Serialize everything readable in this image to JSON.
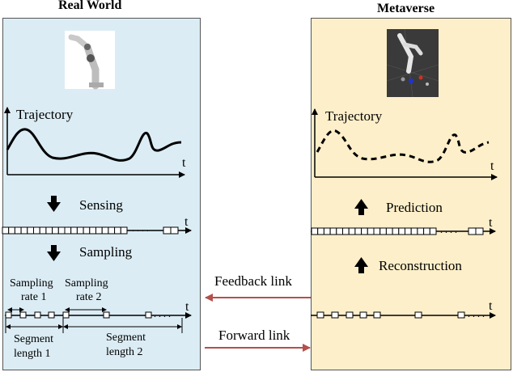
{
  "real_world": {
    "title": "Real World",
    "trajectory_label": "Trajectory",
    "t_label": "t",
    "sensing_label": "Sensing",
    "sampling_label": "Sampling",
    "dots": ". . . .",
    "sampling_rate_1": [
      "Sampling",
      "rate 1"
    ],
    "sampling_rate_2": [
      "Sampling",
      "rate 2"
    ],
    "segment_length_1": [
      "Segment",
      "length 1"
    ],
    "segment_length_2": [
      "Segment",
      "length 2"
    ]
  },
  "metaverse": {
    "title": "Metaverse",
    "trajectory_label": "Trajectory",
    "t_label": "t",
    "prediction_label": "Prediction",
    "reconstruction_label": "Reconstruction",
    "dots": ". . . ."
  },
  "links": {
    "feedback": "Feedback link",
    "forward": "Forward link"
  },
  "colors": {
    "real_bg": "#dbecf4",
    "meta_bg": "#fdefc9",
    "link_arrow": "#b5504a"
  }
}
